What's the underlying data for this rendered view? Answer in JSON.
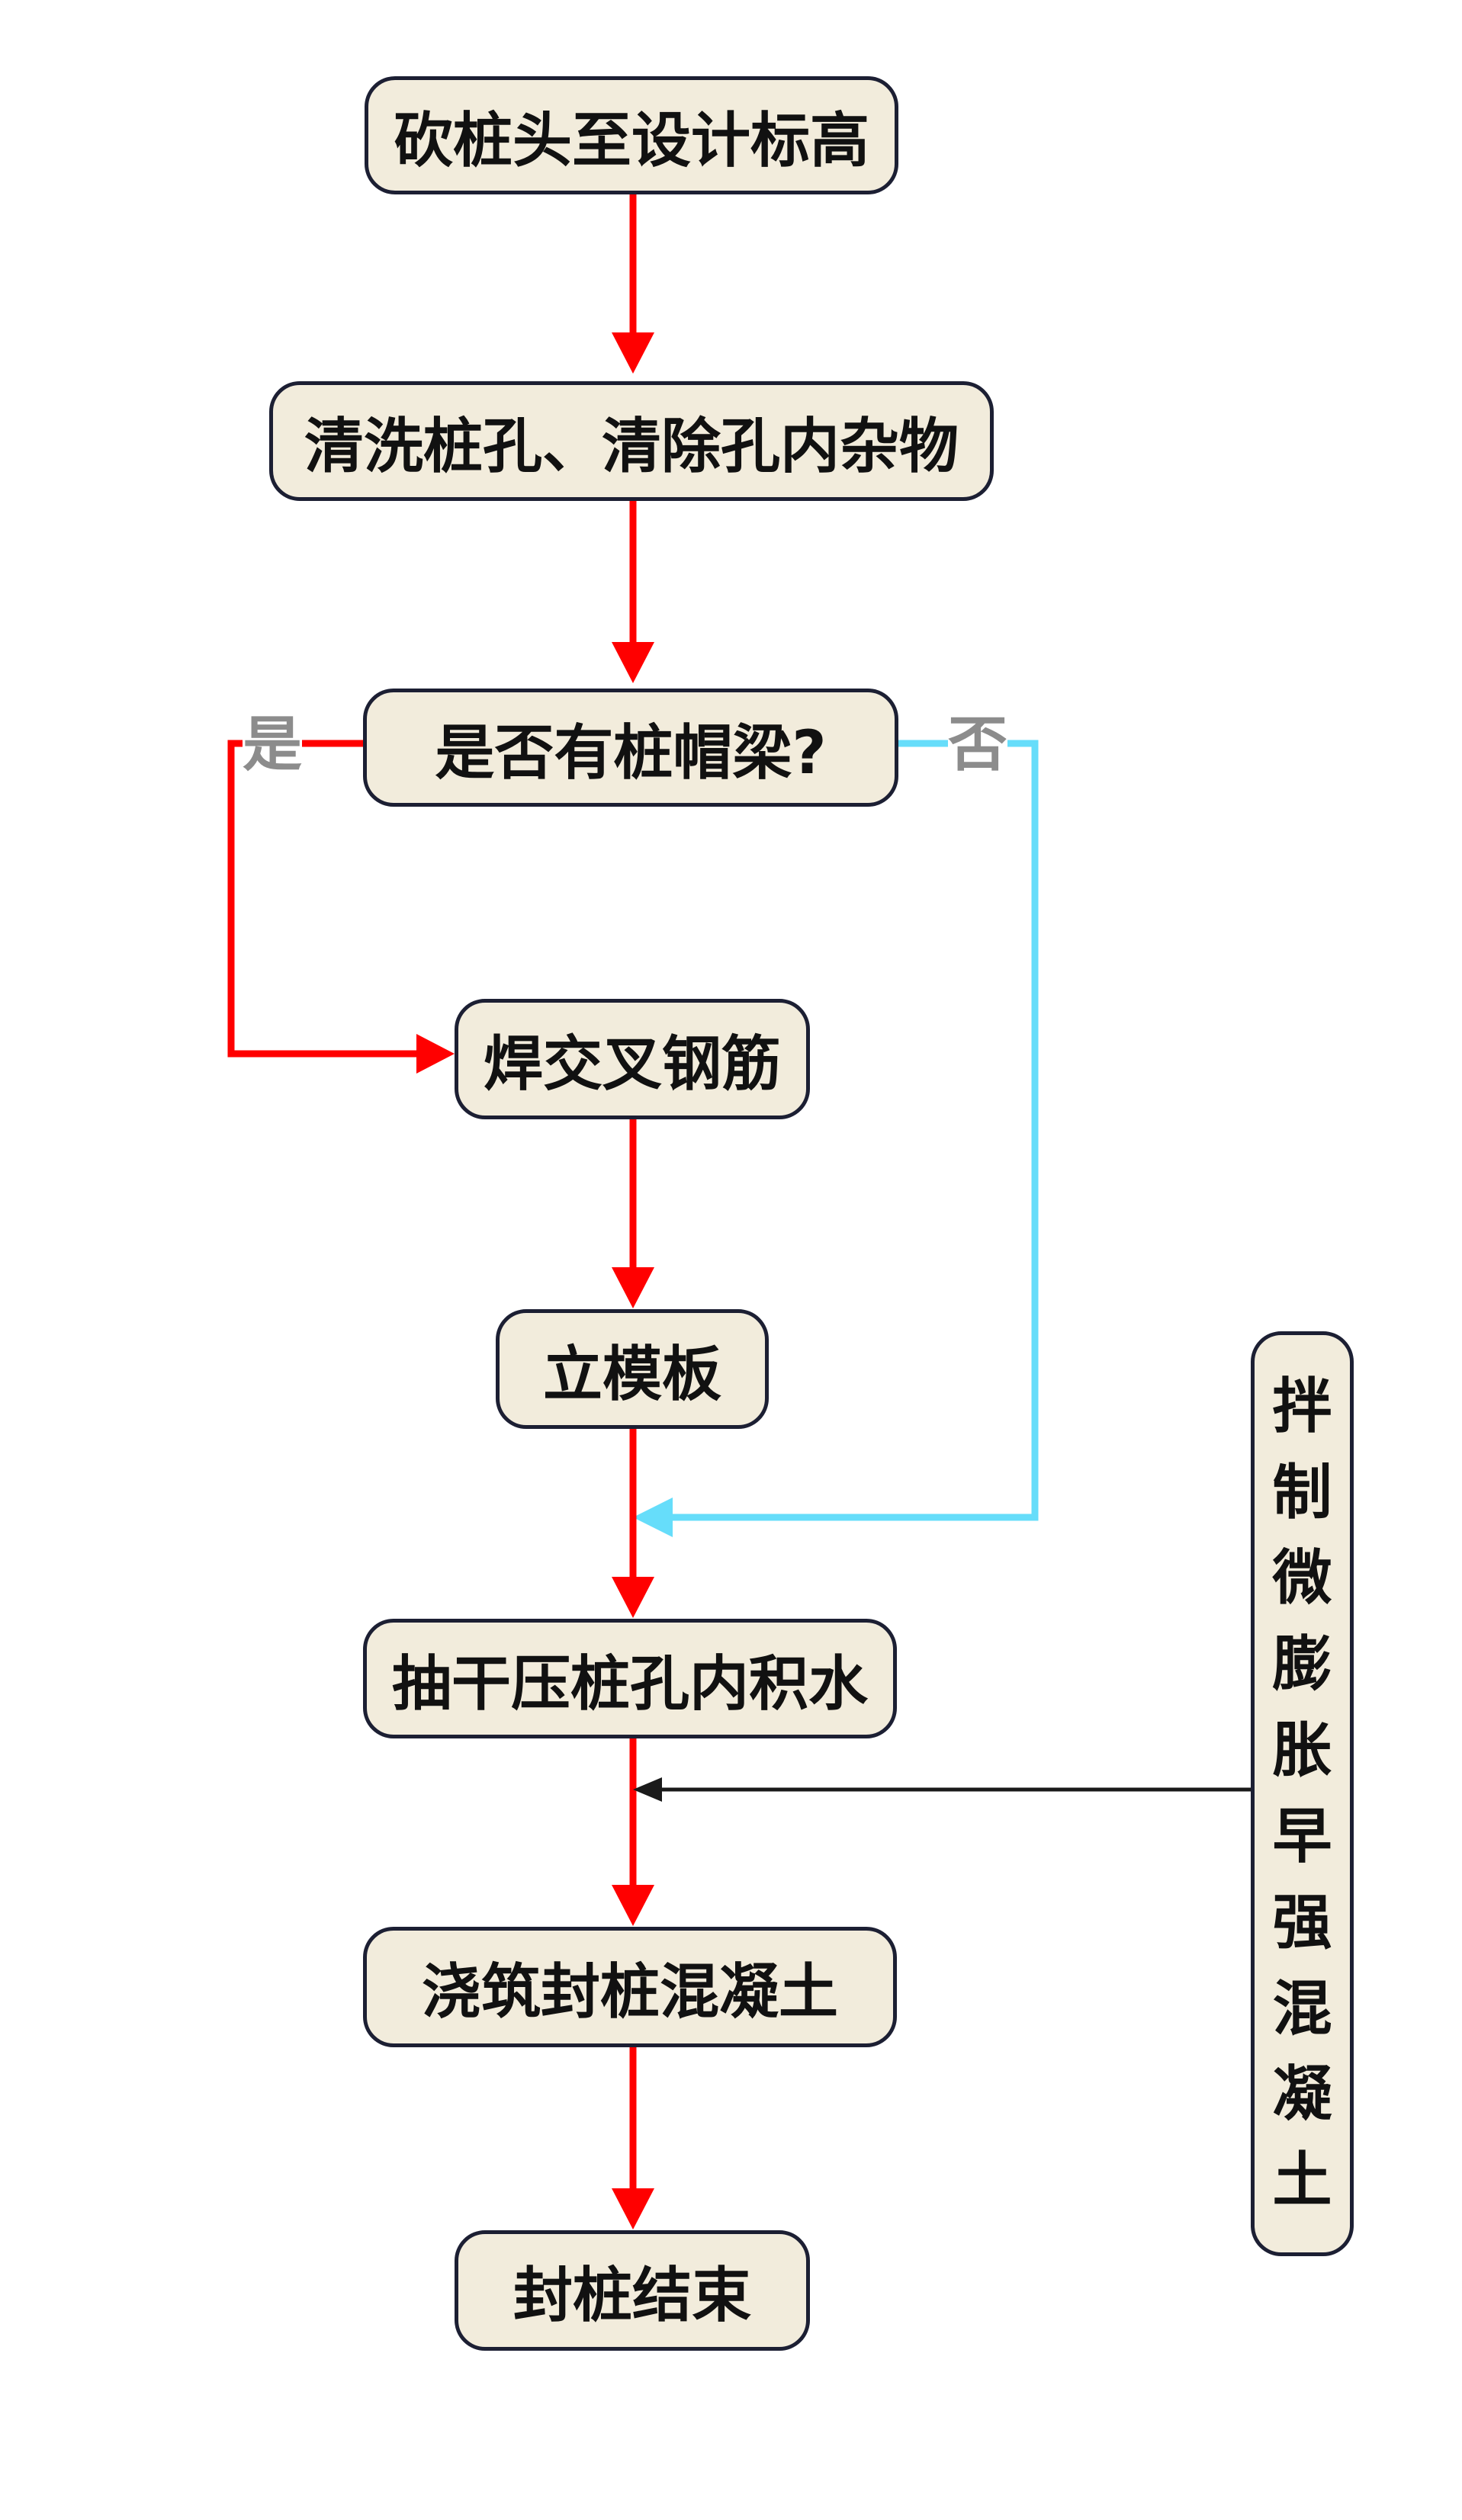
{
  "nodes": {
    "cut_pile_head": "砍桩头至设计标高",
    "clean_hole": "清洗桩孔、清除孔内杂物",
    "decision": "是否有桩帽梁?",
    "weld_rebar": "焊交叉钢筋",
    "formwork": "立模板",
    "pump_water": "抽干压桩孔内积水",
    "pour_concrete": "浇筑封桩混凝土",
    "end": "封桩结束"
  },
  "side_node": {
    "label": "拌制微膨胀早强混凝土",
    "chars": [
      "拌",
      "制",
      "微",
      "膨",
      "胀",
      "早",
      "强",
      "混",
      "凝",
      "土"
    ]
  },
  "branch_labels": {
    "yes": "是",
    "no": "否"
  },
  "colors": {
    "main_arrow": "#ff0000",
    "no_branch_arrow": "#66ddfa",
    "side_arrow": "#1a1a1a",
    "node_fill": "#f2ecdc",
    "node_border": "#1c1f33",
    "branch_label_text": "#8c8c8c"
  }
}
